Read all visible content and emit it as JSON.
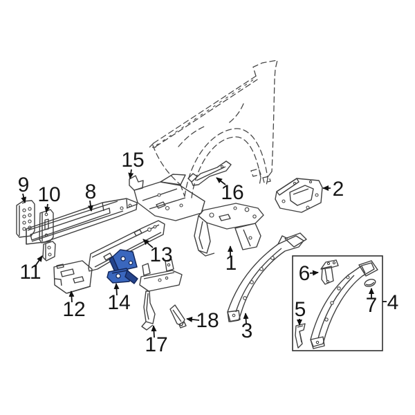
{
  "diagram": {
    "type": "exploded-parts-diagram",
    "subject": "Front fender apron and structural components",
    "background_color": "#ffffff",
    "line_color": "#3f3f3f",
    "highlight_color": "#3a67be",
    "highlighted_part_number": "14",
    "labels": [
      {
        "number": "1"
      },
      {
        "number": "2"
      },
      {
        "number": "3"
      },
      {
        "number": "4"
      },
      {
        "number": "5"
      },
      {
        "number": "6"
      },
      {
        "number": "7"
      },
      {
        "number": "8"
      },
      {
        "number": "9"
      },
      {
        "number": "10"
      },
      {
        "number": "11"
      },
      {
        "number": "12"
      },
      {
        "number": "13"
      },
      {
        "number": "14"
      },
      {
        "number": "15"
      },
      {
        "number": "16"
      },
      {
        "number": "17"
      },
      {
        "number": "18"
      }
    ],
    "inset_box": {
      "group_label_number": "4",
      "contains_labels": [
        "5",
        "6",
        "7"
      ]
    }
  }
}
